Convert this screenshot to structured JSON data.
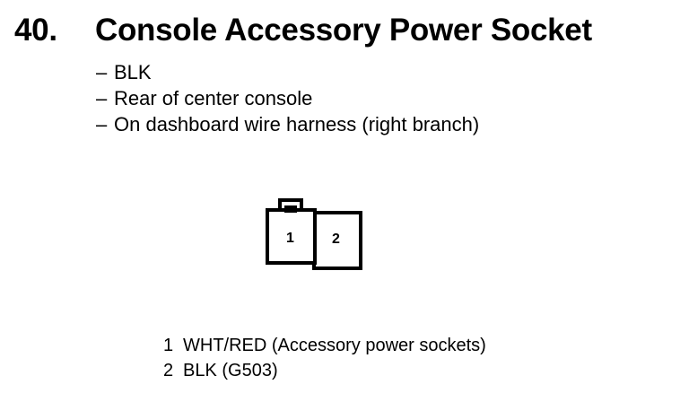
{
  "heading": {
    "number": "40.",
    "title": "Console Accessory Power Socket"
  },
  "details": [
    {
      "dash": "–",
      "text": "BLK"
    },
    {
      "dash": "–",
      "text": "Rear of center console"
    },
    {
      "dash": "–",
      "text": "On dashboard wire harness (right branch)"
    }
  ],
  "connector": {
    "pin1_label": "1",
    "pin2_label": "2"
  },
  "pins": [
    {
      "number": "1",
      "description": "WHT/RED (Accessory power sockets)"
    },
    {
      "number": "2",
      "description": "BLK (G503)"
    }
  ]
}
